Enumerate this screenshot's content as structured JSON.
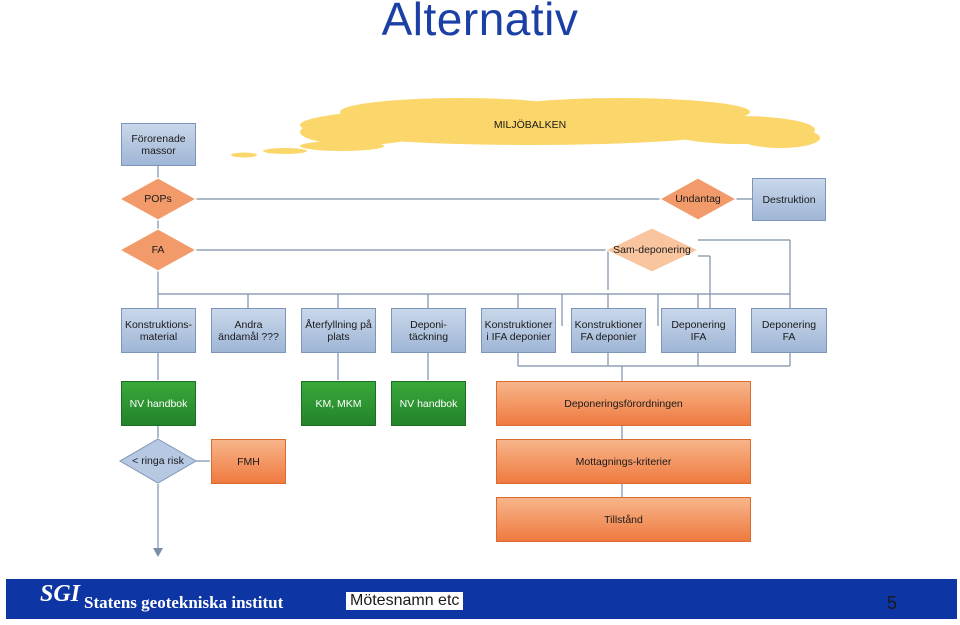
{
  "slide": {
    "title": "Alternativ"
  },
  "diagram": {
    "cloud": "MILJÖBALKEN",
    "source": "Förorenade massor",
    "diamonds": {
      "pops": "POPs",
      "fa": "FA",
      "undantag": "Undantag",
      "samdeponering": "Sam-deponering",
      "ringa_risk": "< ringa risk"
    },
    "destruktion": "Destruktion",
    "row1": [
      "Konstruktions-material",
      "Andra ändamål ???",
      "Återfyllning på plats",
      "Deponi-täckning",
      "Konstruktioner i IFA deponier",
      "Konstruktioner FA deponier",
      "Deponering IFA",
      "Deponering FA"
    ],
    "green": [
      "NV handbok",
      "KM, MKM",
      "NV handbok"
    ],
    "orange": {
      "deponeringsforordningen": "Deponeringsförordningen",
      "mottagning": "Mottagnings-kriterier",
      "tillstand": "Tillstånd",
      "fmh": "FMH"
    }
  },
  "footer": {
    "logo": "SGI",
    "org": "Statens geotekniska institut",
    "meeting": "Mötesnamn etc",
    "page": "5"
  },
  "colors": {
    "title": "#1a3fa5",
    "footer_bg": "#0d35a3",
    "cloud": "#fbd66b",
    "box_blue": "#b6c8e2",
    "box_green": "#2e9a35",
    "box_orange": "#f39464",
    "line": "#7b8fa8"
  }
}
